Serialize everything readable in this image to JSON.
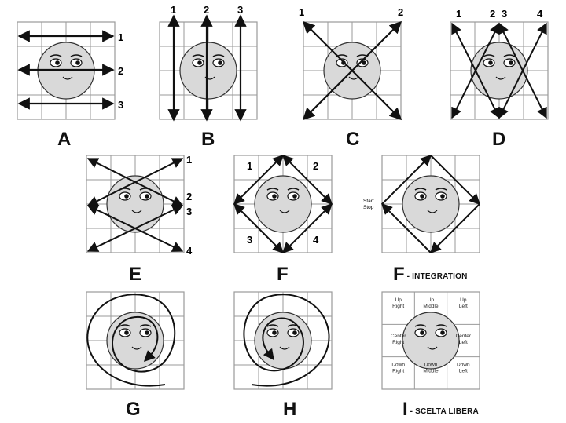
{
  "panels": [
    {
      "id": "A",
      "label": "A",
      "suffix": "",
      "numbers": [
        "1",
        "2",
        "3"
      ]
    },
    {
      "id": "B",
      "label": "B",
      "suffix": "",
      "numbers": [
        "1",
        "2",
        "3"
      ]
    },
    {
      "id": "C",
      "label": "C",
      "suffix": "",
      "numbers": [
        "1",
        "2"
      ]
    },
    {
      "id": "D",
      "label": "D",
      "suffix": "",
      "numbers": [
        "1",
        "2",
        "3",
        "4"
      ]
    },
    {
      "id": "E",
      "label": "E",
      "suffix": "",
      "numbers": [
        "1",
        "2",
        "3",
        "4"
      ]
    },
    {
      "id": "F",
      "label": "F",
      "suffix": "",
      "numbers": [
        "1",
        "2",
        "3",
        "4"
      ]
    },
    {
      "id": "F2",
      "label": "F",
      "suffix": "- INTEGRATION",
      "start_label": "Start",
      "stop_label": "Stop"
    },
    {
      "id": "G",
      "label": "G",
      "suffix": ""
    },
    {
      "id": "H",
      "label": "H",
      "suffix": ""
    },
    {
      "id": "I",
      "label": "I",
      "suffix": "- SCELTA LIBERA",
      "cells": [
        [
          "Up",
          "Right"
        ],
        [
          "Up",
          "Middle"
        ],
        [
          "Up",
          "Left"
        ],
        [
          "Center",
          "Right"
        ],
        [
          "",
          ""
        ],
        [
          "Center",
          "Left"
        ],
        [
          "Down",
          "Right"
        ],
        [
          "Down",
          "Middle"
        ],
        [
          "Down",
          "Left"
        ]
      ]
    }
  ],
  "colors": {
    "line": "#111111",
    "grid": "#9a9a9a",
    "face": "#d9d9d9",
    "paper": "#ffffff"
  }
}
